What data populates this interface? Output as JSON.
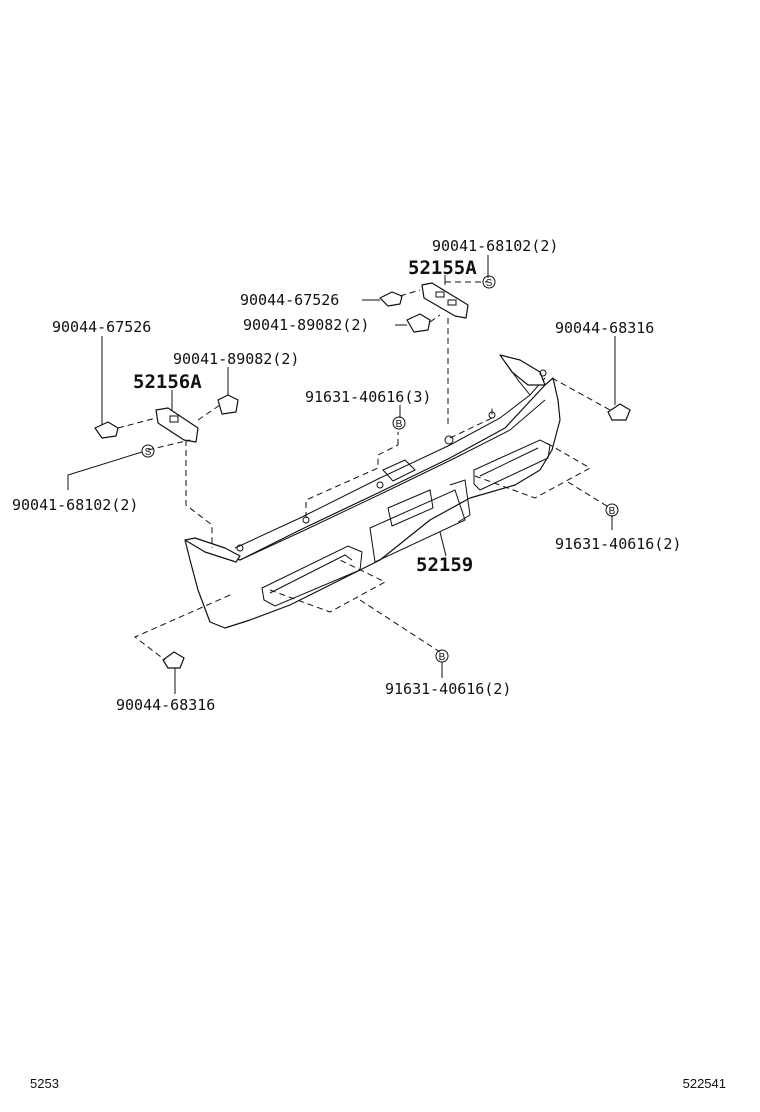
{
  "labels": {
    "p90041_68102_top": "90041-68102(2)",
    "p52155A": "52155A",
    "p90044_67526_top": "90044-67526",
    "p90041_89082_top": "90041-89082(2)",
    "p90044_68316_right": "90044-68316",
    "p90044_67526_left": "90044-67526",
    "p90041_89082_left": "90041-89082(2)",
    "p52156A": "52156A",
    "p91631_40616_3": "91631-40616(3)",
    "p90041_68102_left": "90041-68102(2)",
    "p91631_40616_right": "91631-40616(2)",
    "p52159": "52159",
    "p90044_68316_bottom": "90044-68316",
    "p91631_40616_bottom": "91631-40616(2)"
  },
  "markers": {
    "s": "S",
    "b": "B"
  },
  "footer": {
    "left_code": "5253",
    "right_code": "522541"
  }
}
